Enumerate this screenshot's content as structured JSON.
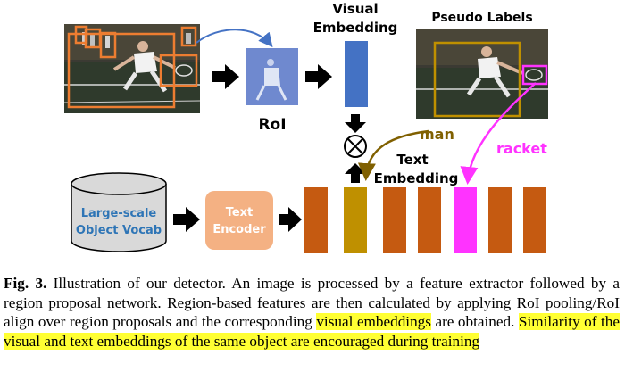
{
  "figure": {
    "labels": {
      "roi": "RoI",
      "visual_embedding_line1": "Visual",
      "visual_embedding_line2": "Embedding",
      "pseudo_labels": "Pseudo Labels",
      "text_embedding_line1": "Text",
      "text_embedding_line2": "Embedding",
      "man": "man",
      "racket": "racket",
      "vocab_line1": "Large-scale",
      "vocab_line2": "Object Vocab",
      "encoder_line1": "Text",
      "encoder_line2": "Encoder"
    },
    "colors": {
      "visual_embedding": "#4472c4",
      "text_embedding": "#c55a11",
      "man_embedding": "#bf9000",
      "racket_embedding": "#ff33ff",
      "man_label": "#806000",
      "encoder_fill": "#f4b183",
      "vocab_text": "#2e75b6",
      "box_orange": "#ed7d31"
    }
  },
  "caption": {
    "fig_label": "Fig. 3.",
    "text_1": " Illustration of our detector. An image is processed by a feature extractor followed by a region proposal network. Region-based features are then calculated by applying RoI pooling/RoI align over region proposals and the corresponding ",
    "highlight_1": "visual embeddings",
    "text_2": " are obtained. ",
    "highlight_2": "Similarity of the visual and text embeddings of the same object are encouraged during training"
  }
}
